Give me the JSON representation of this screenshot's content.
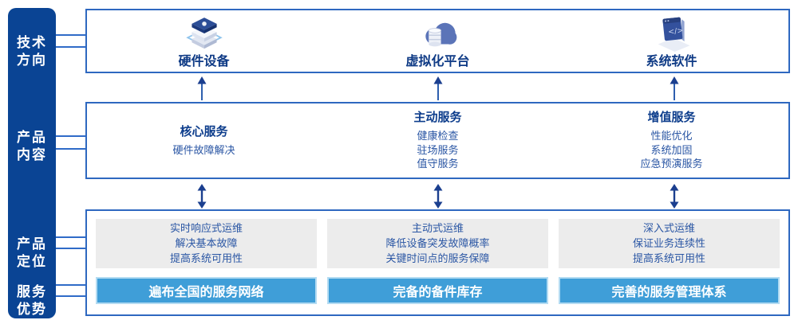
{
  "rail": {
    "tech_direction": "技术\n方向",
    "product_content": "产品\n内容",
    "product_positioning": "产品\n定位",
    "service_advantage": "服务\n优势"
  },
  "tech_row": {
    "items": [
      {
        "label": "硬件设备",
        "icon": "server-stack-icon"
      },
      {
        "label": "虚拟化平台",
        "icon": "cloud-database-icon"
      },
      {
        "label": "系统软件",
        "icon": "code-window-icon"
      }
    ]
  },
  "content_row": {
    "columns": [
      {
        "title": "核心服务",
        "items": [
          "硬件故障解决"
        ]
      },
      {
        "title": "主动服务",
        "items": [
          "健康检查",
          "驻场服务",
          "值守服务"
        ]
      },
      {
        "title": "增值服务",
        "items": [
          "性能优化",
          "系统加固",
          "应急预演服务"
        ]
      }
    ]
  },
  "positioning_row": {
    "columns": [
      {
        "lines": [
          "实时响应式运维",
          "解决基本故障",
          "提高系统可用性"
        ],
        "advantage": "遍布全国的服务网络"
      },
      {
        "lines": [
          "主动式运维",
          "降低设备突发故障概率",
          "关键时间点的服务保障"
        ],
        "advantage": "完备的备件库存"
      },
      {
        "lines": [
          "深入式运维",
          "保证业务连续性",
          "提高系统可用性"
        ],
        "advantage": "完善的服务管理体系"
      }
    ]
  },
  "colors": {
    "rail_bg": "#0a4494",
    "box_border": "#2e68c0",
    "title_text": "#0d3d8c",
    "body_text": "#2a56a4",
    "panel_bg": "#ececec",
    "advantage_bg": "#3f9ed8",
    "arrow": "#1b3f8f"
  }
}
